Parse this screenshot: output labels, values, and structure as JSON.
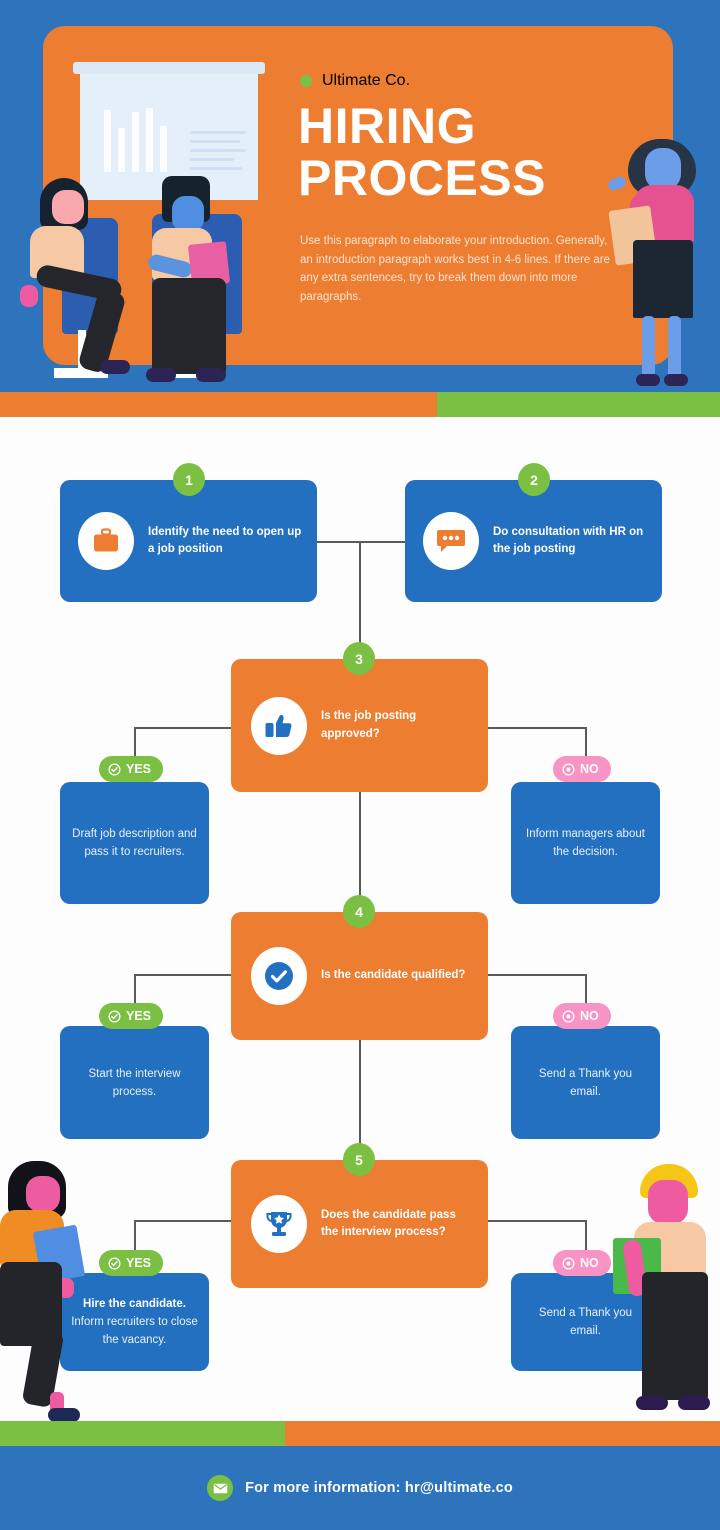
{
  "header": {
    "brand": "Ultimate Co.",
    "brand_dot_icon": "green-dot-icon",
    "title_line1": "HIRING",
    "title_line2": "PROCESS",
    "intro": "Use this paragraph to elaborate your introduction. Generally, an introduction paragraph works best in 4-6 lines. If there are any extra sentences, try to break them down into more paragraphs."
  },
  "colors": {
    "blue": "#2370c0",
    "header_blue": "#2e74bd",
    "orange": "#ed7d31",
    "green": "#7cc043",
    "pink": "#f894c4",
    "white": "#ffffff",
    "connector": "#5a5a5a"
  },
  "flow": {
    "steps": [
      {
        "number": "1",
        "icon": "briefcase-icon",
        "text": "Identify the need to open up a job position",
        "style": "blue"
      },
      {
        "number": "2",
        "icon": "chat-bubble-icon",
        "text": "Do consultation with HR on the job posting",
        "style": "blue"
      },
      {
        "number": "3",
        "icon": "thumbs-up-icon",
        "text": "Is the job posting approved?",
        "style": "orange",
        "yes": {
          "label": "YES",
          "icon": "check-circle-icon",
          "text": "Draft job description and pass it to recruiters."
        },
        "no": {
          "label": "NO",
          "icon": "x-circle-icon",
          "text": "Inform managers about the decision."
        }
      },
      {
        "number": "4",
        "icon": "check-badge-icon",
        "text": "Is the candidate qualified?",
        "style": "orange",
        "yes": {
          "label": "YES",
          "icon": "check-circle-icon",
          "text": "Start the interview process."
        },
        "no": {
          "label": "NO",
          "icon": "x-circle-icon",
          "text": "Send a Thank you email."
        }
      },
      {
        "number": "5",
        "icon": "trophy-icon",
        "text": "Does the candidate pass the interview process?",
        "style": "orange",
        "yes": {
          "label": "YES",
          "icon": "check-circle-icon",
          "text_bold": "Hire the candidate.",
          "text": "Inform recruiters to close the vacancy."
        },
        "no": {
          "label": "NO",
          "icon": "x-circle-icon",
          "text": "Send a Thank you email."
        }
      }
    ]
  },
  "footer": {
    "icon": "envelope-icon",
    "text": "For more information: hr@ultimate.co"
  }
}
